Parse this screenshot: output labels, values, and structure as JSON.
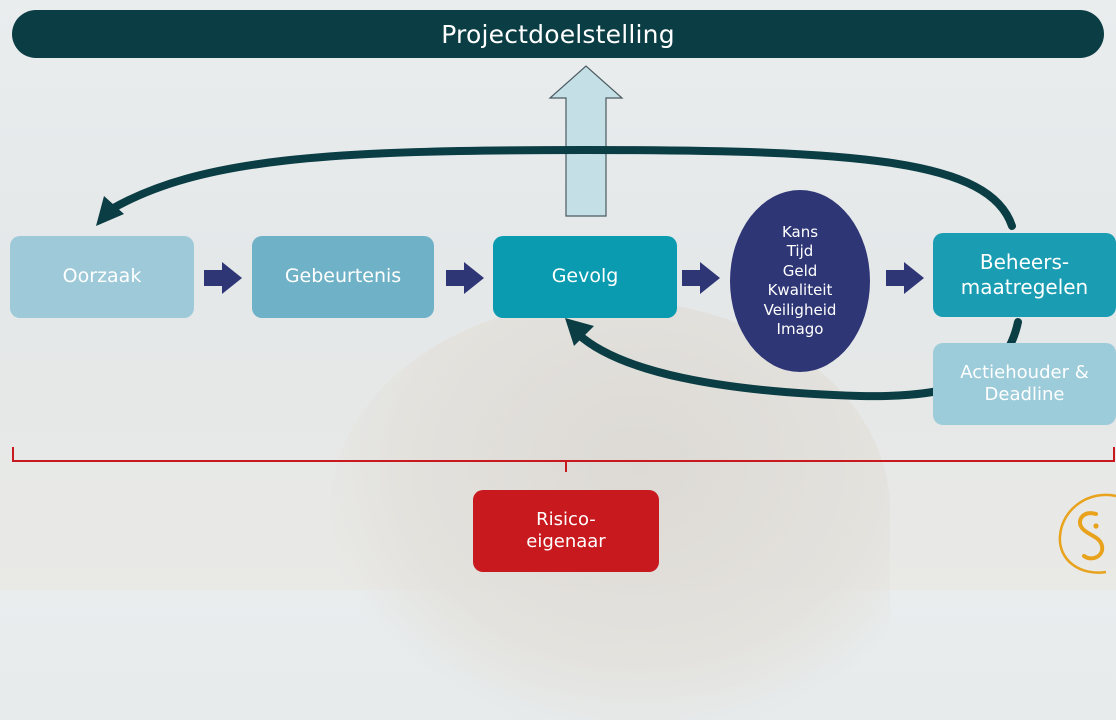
{
  "banner": {
    "title": "Projectdoelstelling"
  },
  "boxes": {
    "oorzaak": "Oorzaak",
    "gebeurtenis": "Gebeurtenis",
    "gevolg": "Gevolg",
    "beheers": {
      "line1": "Beheers-",
      "line2": "maatregelen"
    },
    "actie": {
      "line1": "Actiehouder &",
      "line2": "Deadline"
    },
    "risico": {
      "line1": "Risico-",
      "line2": "eigenaar"
    }
  },
  "ellipse": {
    "items": [
      "Kans",
      "Tijd",
      "Geld",
      "Kwaliteit",
      "Veiligheid",
      "Imago"
    ]
  },
  "colors": {
    "banner": "#0b3d44",
    "arrow": "#2e3676",
    "loop": "#0b3d44",
    "bracket": "#c8191e",
    "up_arrow_fill": "#c5dfe6"
  },
  "icons": [
    "right-arrow-icon",
    "up-arrow-icon",
    "curved-arrow-icon",
    "logo-icon"
  ]
}
